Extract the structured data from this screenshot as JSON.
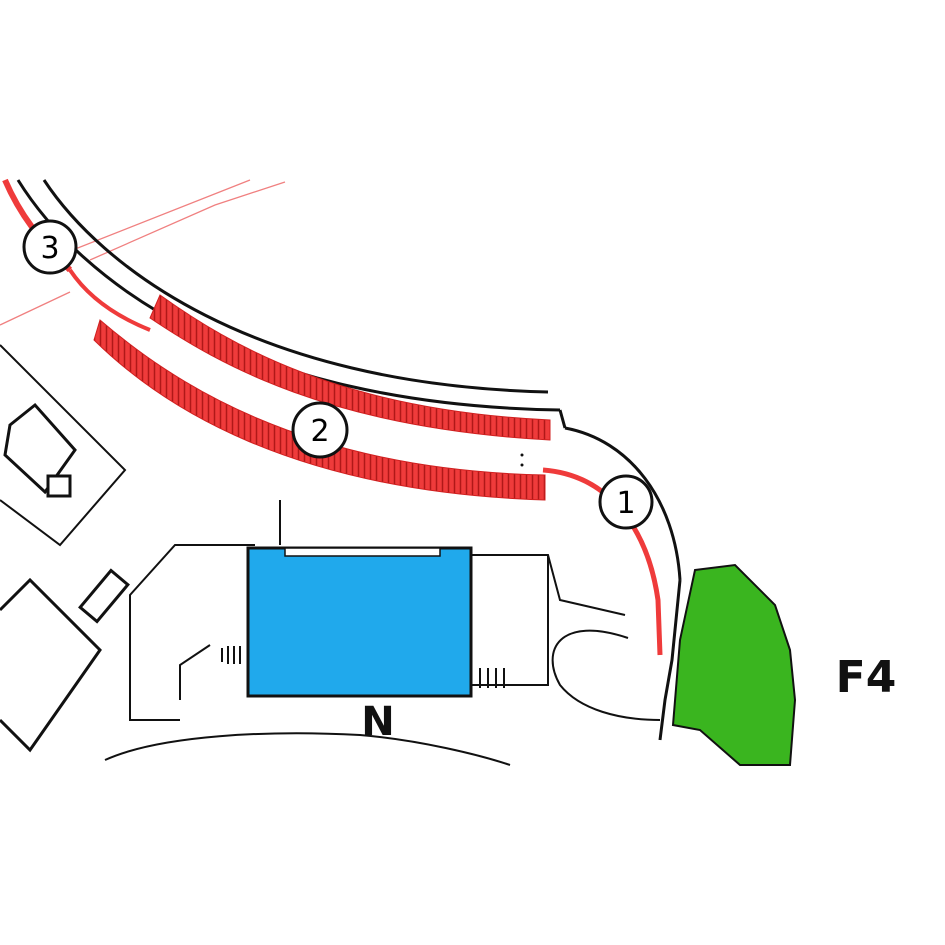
{
  "map": {
    "labels": {
      "zone": "F4",
      "building": "N"
    },
    "markers": [
      {
        "id": "1",
        "label": "1"
      },
      {
        "id": "2",
        "label": "2"
      },
      {
        "id": "3",
        "label": "3"
      }
    ],
    "colors": {
      "parking_strip": "#ef3b3b",
      "route_line": "#ef3b3b",
      "building_fill": "#20a9ec",
      "green_area": "#3ab51f",
      "outline": "#111111",
      "background": "#ffffff",
      "property_line": "#f08080"
    }
  }
}
